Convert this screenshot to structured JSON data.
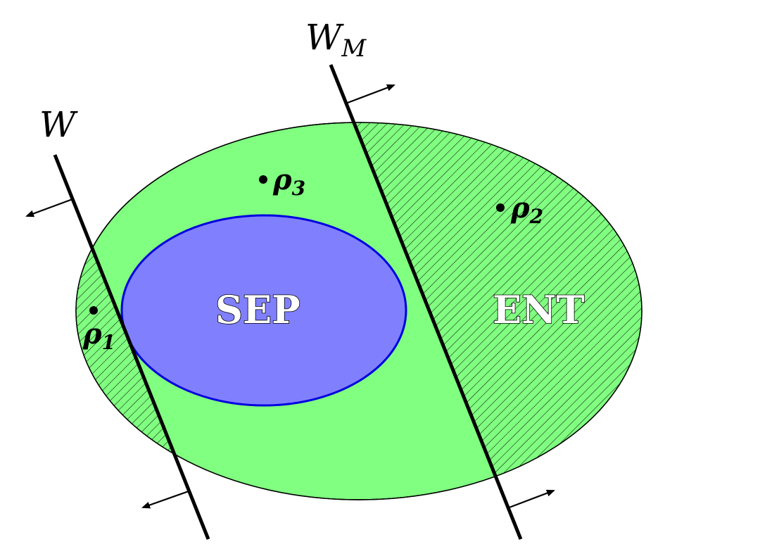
{
  "colors": {
    "outer_fill": "#80ff80",
    "inner_fill": "#8080ff",
    "inner_stroke": "#0000e0",
    "line": "#000000",
    "background": "#ffffff"
  },
  "labels": {
    "witness": "W",
    "witness_opt_main": "W",
    "witness_opt_sub": "M",
    "sep": "SEP",
    "ent": "ENT"
  },
  "points": [
    {
      "main": "ρ",
      "sub": "1"
    },
    {
      "main": "ρ",
      "sub": "2"
    },
    {
      "main": "ρ",
      "sub": "3"
    }
  ]
}
